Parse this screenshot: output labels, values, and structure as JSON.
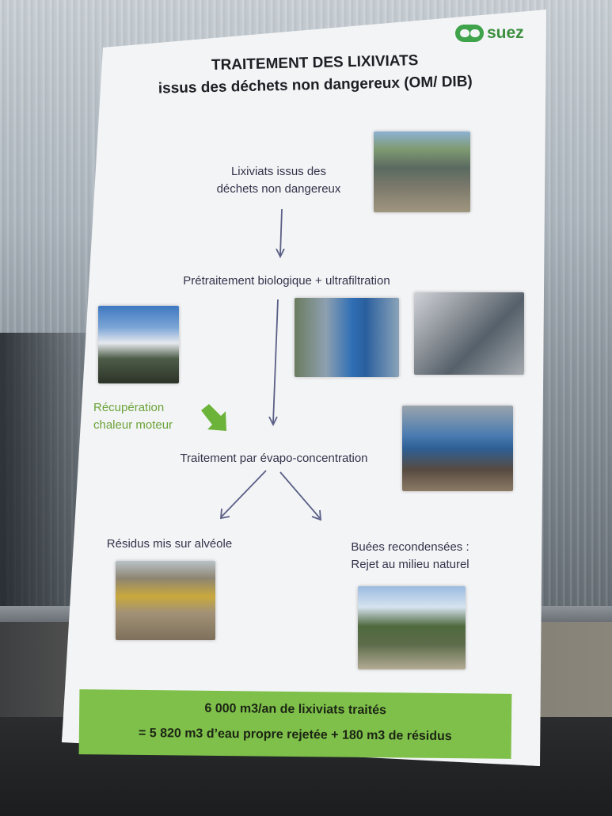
{
  "logo": {
    "text": "suez",
    "color": "#3ea34a"
  },
  "title": {
    "line1": "TRAITEMENT DES LIXIVIATS",
    "line2": "issus des déchets non dangereux (OM/ DIB)"
  },
  "steps": {
    "source_line1": "Lixiviats issus des",
    "source_line2": "déchets non dangereux",
    "pretreatment": "Prétraitement biologique + ultrafiltration",
    "heat_line1": "Récupération",
    "heat_line2": "chaleur moteur",
    "evaporation": "Traitement par évapo-concentration",
    "residues": "Résidus mis sur alvéole",
    "vapors_line1": "Buées recondensées :",
    "vapors_line2": "Rejet au milieu naturel"
  },
  "banner": {
    "line1": "6 000 m3/an de lixiviats traités",
    "line2": "= 5 820 m3 d’eau propre rejetée + 180 m3 de résidus",
    "color": "#7ec04a"
  },
  "colors": {
    "arrow": "#5a5f86",
    "heat_arrow": "#6cb33a",
    "text": "#33334a"
  }
}
